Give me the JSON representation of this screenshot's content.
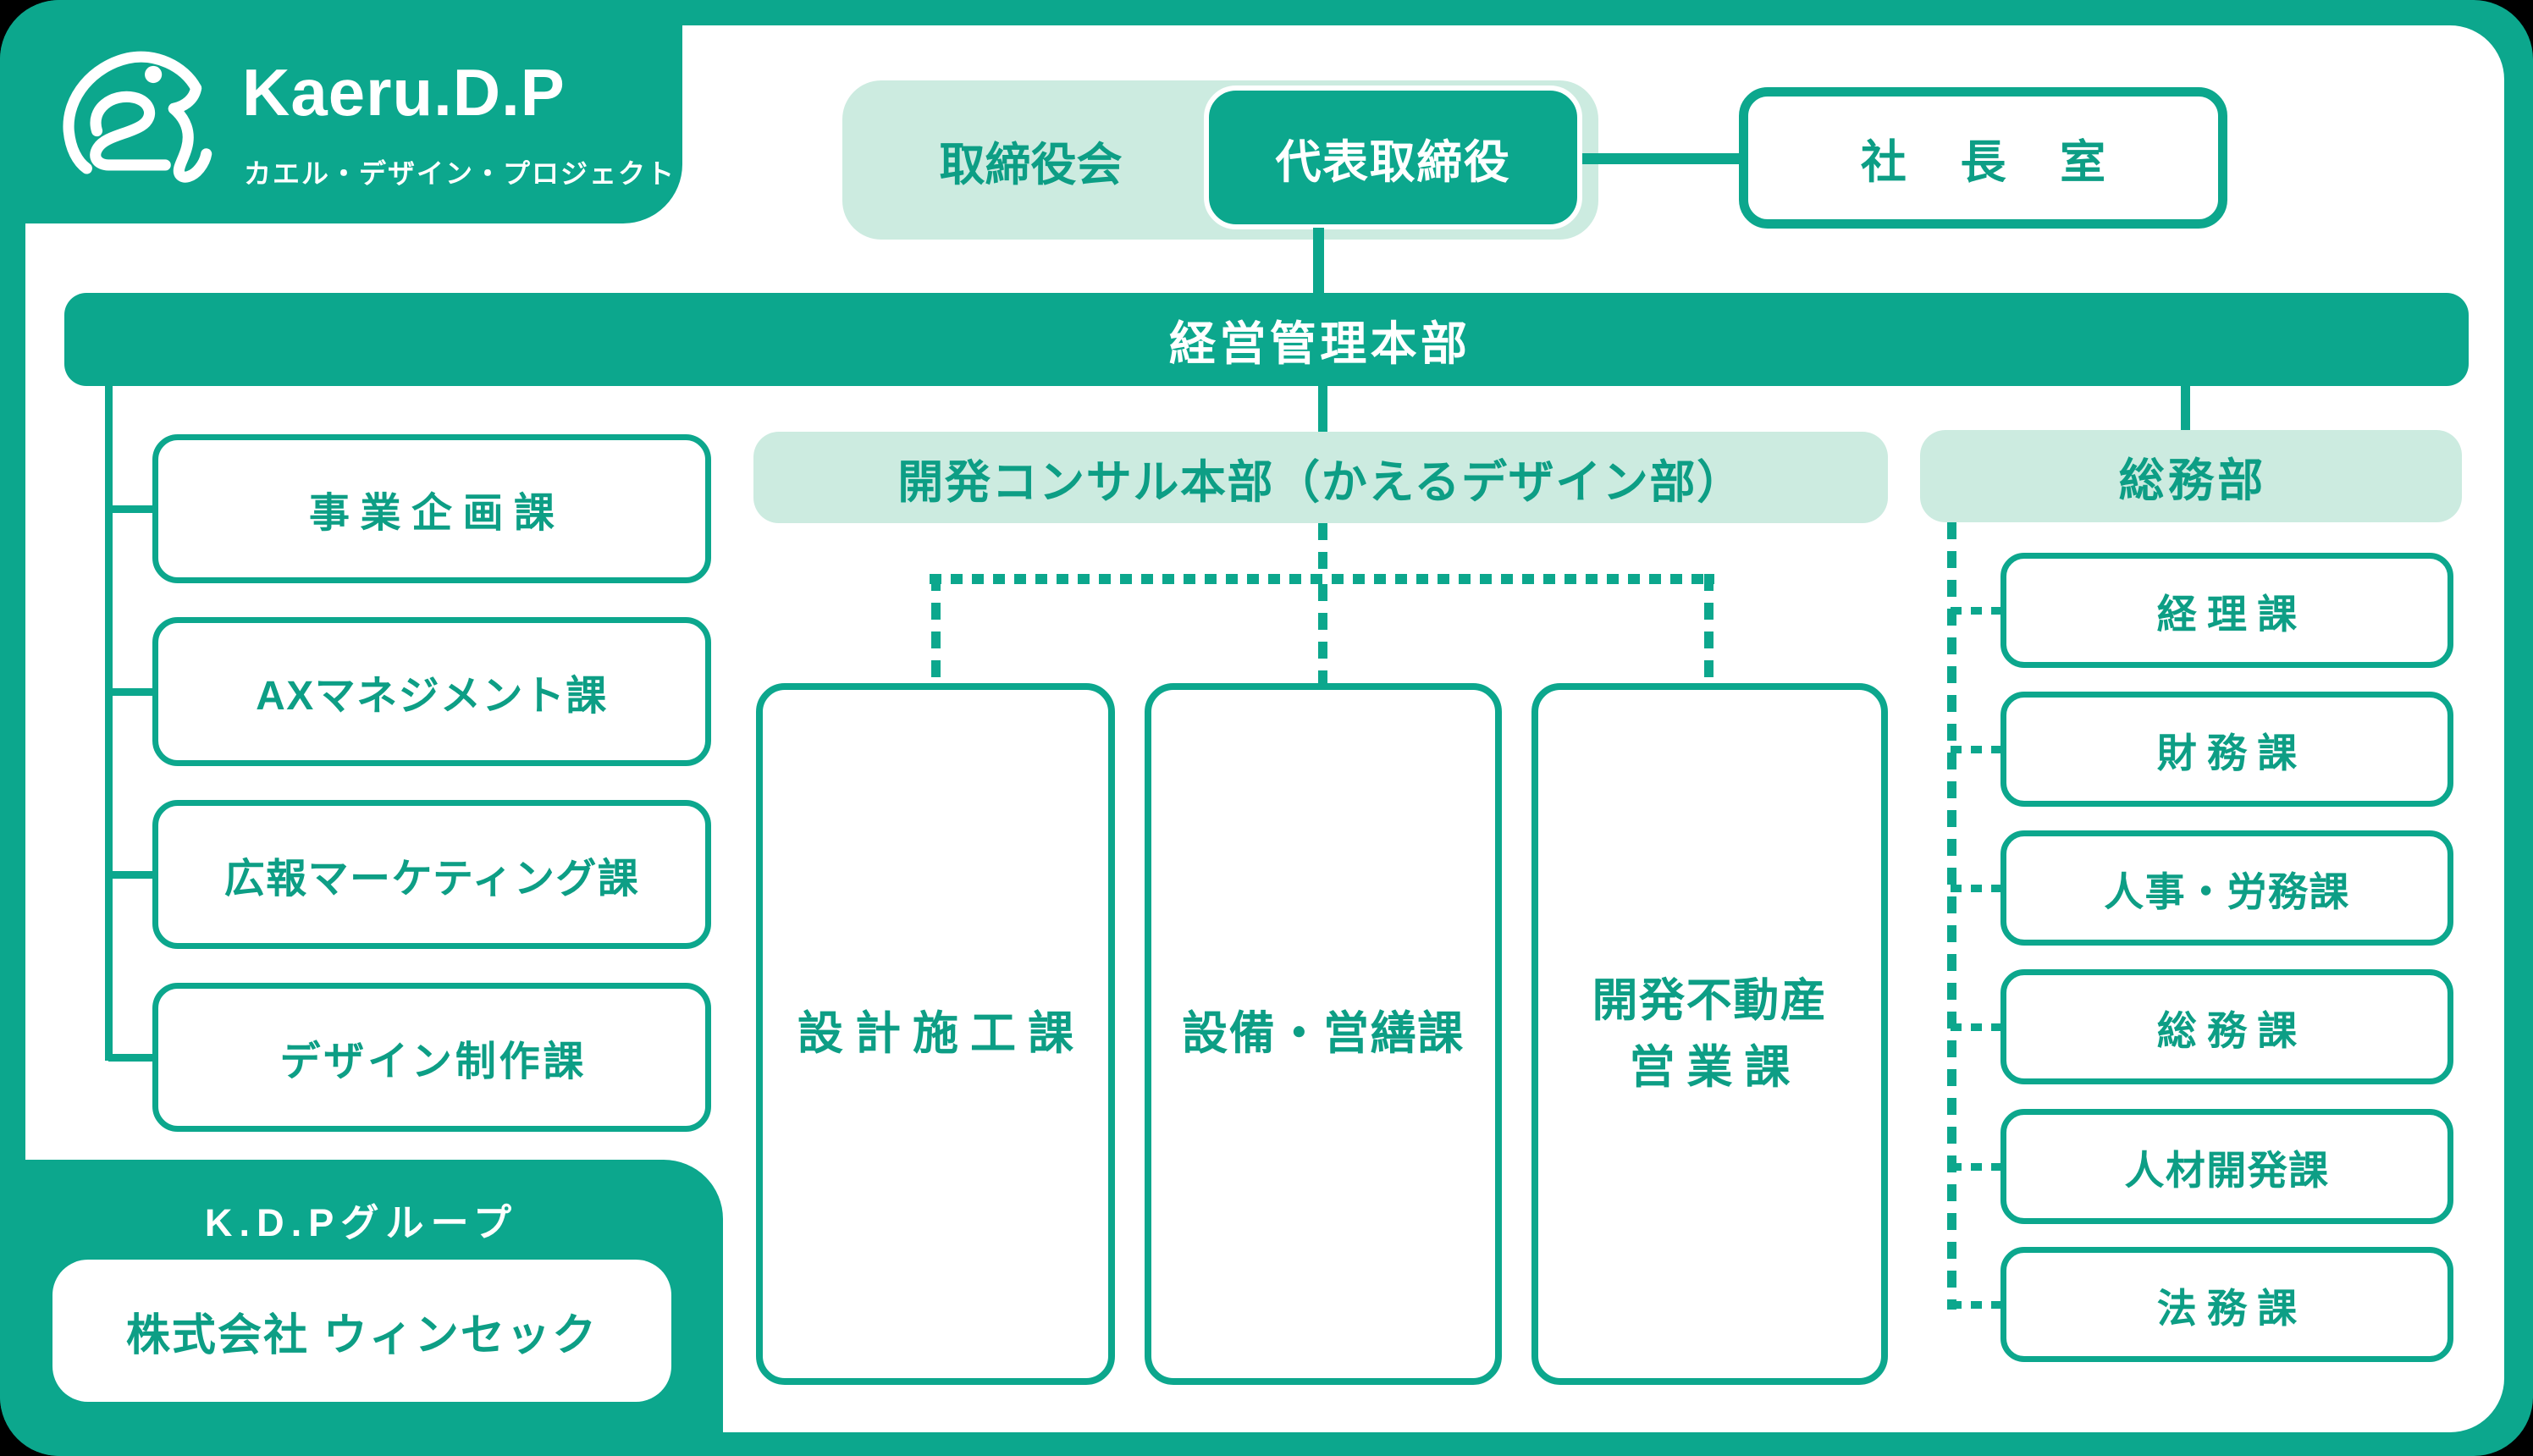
{
  "colors": {
    "teal": "#0CA78D",
    "mint": "#CCEBE0",
    "text_teal": "#0D9E85",
    "white": "#FFFFFF",
    "outside": "#000000"
  },
  "logo": {
    "title": "Kaeru.D.P",
    "subtitle": "カエル・デザイン・プロジェクト",
    "icon": "frog-line-art-icon"
  },
  "top": {
    "board": "取締役会",
    "representative": "代表取締役",
    "presidents_office": "社 長 室"
  },
  "management_hq": {
    "label": "経営管理本部"
  },
  "left_division": {
    "boxes": [
      {
        "label": "事業企画課"
      },
      {
        "label": "AXマネジメント課"
      },
      {
        "label": "広報マーケティング課"
      },
      {
        "label": "デザイン制作課"
      }
    ]
  },
  "dev_consulting": {
    "header": "開発コンサル本部（かえるデザイン部）",
    "boxes": [
      {
        "label": "設計施工課"
      },
      {
        "label": "設備・営繕課"
      },
      {
        "label_line1": "開発不動産",
        "label_line2": "営業課"
      }
    ]
  },
  "general_affairs": {
    "header": "総務部",
    "boxes": [
      {
        "label": "経理課"
      },
      {
        "label": "財務課"
      },
      {
        "label": "人事・労務課"
      },
      {
        "label": "総務課"
      },
      {
        "label": "人材開発課"
      },
      {
        "label": "法務課"
      }
    ]
  },
  "group": {
    "label": "K.D.Pグループ",
    "company": "株式会社 ウィンセック"
  }
}
